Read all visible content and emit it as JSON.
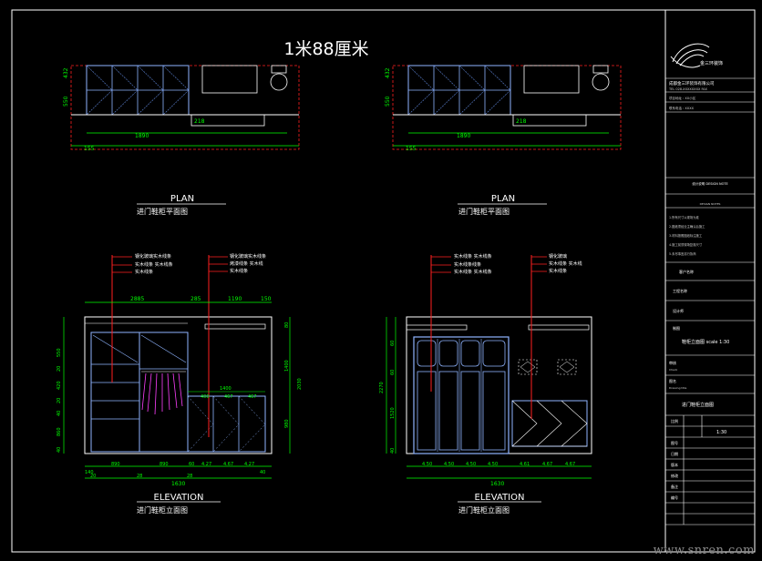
{
  "title": "1米88厘米",
  "plans": [
    {
      "label": "PLAN",
      "caption": "进门鞋柜平面图",
      "dims": {
        "depth": "550",
        "top": "432",
        "width": "1890",
        "overall": "155",
        "small": "218"
      }
    },
    {
      "label": "PLAN",
      "caption": "进门鞋柜平面图",
      "dims": {
        "depth": "550",
        "top": "432",
        "width": "1890",
        "overall": "155",
        "small": "218"
      }
    }
  ],
  "elevations": [
    {
      "label": "ELEVATION",
      "caption": "进门鞋柜立面图",
      "top_dims": [
        "2885",
        "285",
        "1190",
        "150"
      ],
      "mid_dim": "1400",
      "mid_row": [
        "400",
        "467",
        "467"
      ],
      "bottom_dims": [
        "890",
        "890",
        "60",
        "4.27",
        "4.67",
        "4.27"
      ],
      "bottom_row": [
        "140",
        "20",
        "28",
        "28",
        "40"
      ],
      "total": "1630",
      "left_dims": [
        "550",
        "20",
        "420",
        "20",
        "40",
        "860",
        "40"
      ],
      "right_dims": [
        "80",
        "1400",
        "980",
        "2030"
      ],
      "notes_left": [
        "钢化玻璃实木线条",
        "实木线条 实木线条",
        "实木线条"
      ],
      "notes_right": [
        "钢化玻璃实木线条",
        "烤漆线条 实木线",
        "实木线条"
      ]
    },
    {
      "label": "ELEVATION",
      "caption": "进门鞋柜立面图",
      "bottom_dims": [
        "4.50",
        "4.50",
        "4.50",
        "4.50",
        "4.61",
        "4.67",
        "4.67"
      ],
      "total": "1630",
      "left_dims": [
        "60",
        "60",
        "2270",
        "1520",
        "40"
      ],
      "notes_left": [
        "实木线条 实木线条",
        "实木线条线条",
        "实木线条 实木线条"
      ],
      "notes_right": [
        "钢化玻璃",
        "实木线条 实木线",
        "实木线条"
      ]
    }
  ],
  "title_block": {
    "logo_text": "金三环装饰",
    "company": "成都金三环装饰有限公司",
    "address_lines": [
      "TEL 028-XXXXXXXX FAX",
      "项目地址 : XX小区",
      "联系电话 : XXXX"
    ],
    "section_head": "设计说明 DESIGN NOTE",
    "design_sub": "DESIGN NOTES",
    "notes": [
      "1.所有尺寸以现场为准",
      "2.图纸须经业主确认后施工",
      "3.材料按照图纸标注施工",
      "4.施工前须现场复核尺寸",
      "5.未尽事宜另行协商"
    ],
    "client_label": "客户名称",
    "project_label": "工程名称",
    "designer_label": "设计师",
    "drawer_label": "制图",
    "drawing_no": "鞋柜立面图 scale 1:30",
    "check_label": "审核",
    "check_sub": "Check",
    "drawing_title_label": "图名",
    "drawing_title_en": "Drawing title",
    "drawing_title": "进门鞋柜立面图",
    "scale_label": "比例",
    "scale_value": "1:30",
    "rows": [
      "图号",
      "日期",
      "版本",
      "修改",
      "备注",
      "编号"
    ]
  },
  "watermark": "www.snren.com",
  "colors": {
    "bg": "#000000",
    "line": "#ffffff",
    "dim": "#00ff00",
    "red": "#ff2020",
    "cabinet": "#8fb4ff",
    "magenta": "#ff40ff",
    "yellow": "#ffff00"
  }
}
